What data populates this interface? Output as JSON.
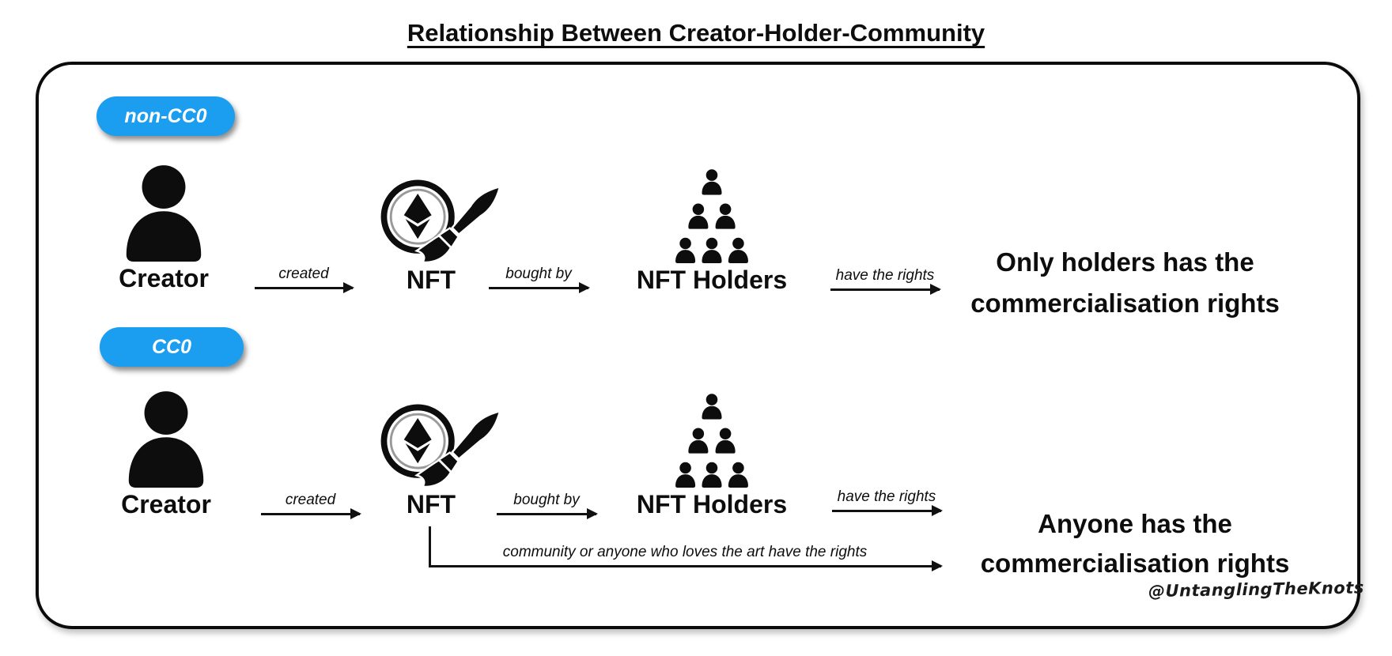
{
  "title": "Relationship Between Creator-Holder-Community",
  "colors": {
    "badge_blue": "#1B9DF0",
    "ink": "#0D0D0D",
    "coin_inner_ring": "#999999"
  },
  "icons": {
    "creator": "person-icon",
    "nft": "ethereum-coin-paintbrush-icon",
    "holders": "people-pyramid-icon"
  },
  "rows": [
    {
      "badge": "non-CC0",
      "creator": "Creator",
      "created": "created",
      "nft": "NFT",
      "bought_by": "bought by",
      "holders": "NFT Holders",
      "have_the_rights": "have the rights",
      "outcome_line1": "Only holders has the",
      "outcome_line2": "commercialisation rights"
    },
    {
      "badge": "CC0",
      "creator": "Creator",
      "created": "created",
      "nft": "NFT",
      "bought_by": "bought by",
      "holders": "NFT Holders",
      "have_the_rights": "have the rights",
      "community_label": "community or anyone who loves the art have the rights",
      "outcome_line1": "Anyone has the",
      "outcome_line2": "commercialisation rights"
    }
  ],
  "watermark": "@UntanglingTheKnots"
}
